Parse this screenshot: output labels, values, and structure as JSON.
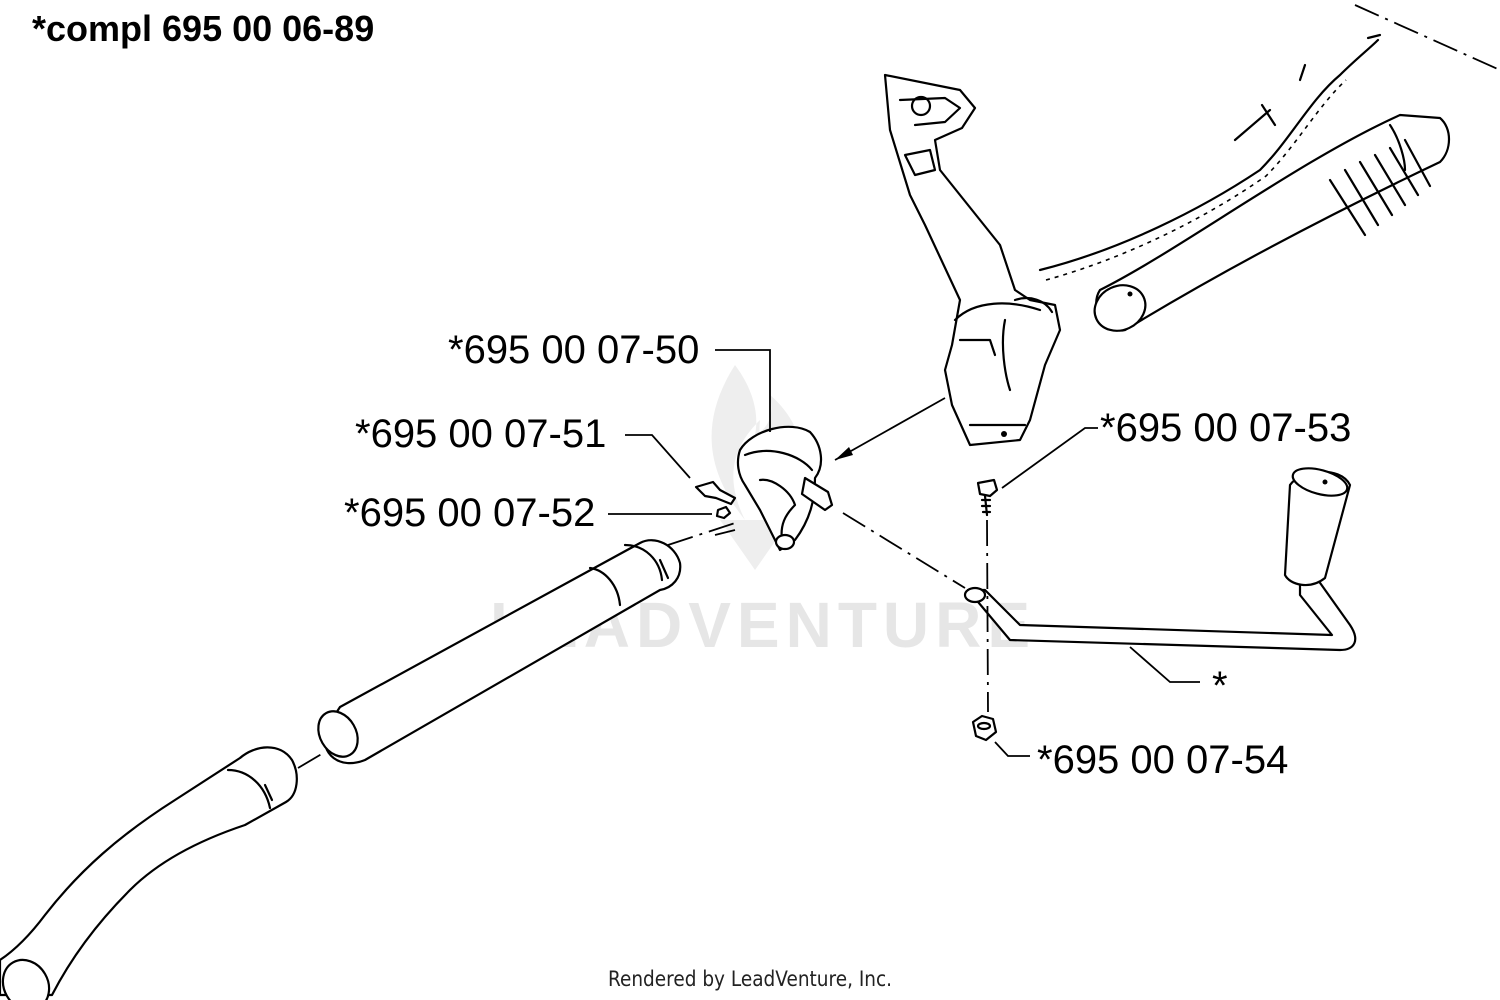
{
  "title": "*compl 695 00 06-89",
  "part_labels": {
    "p50": "*695 00 07-50",
    "p51": "*695 00 07-51",
    "p52": "*695 00 07-52",
    "p53": "*695 00 07-53",
    "p54": "*695 00 07-54",
    "star": "*"
  },
  "watermark": "LEADVENTURE",
  "footer": "Rendered by LeadVenture, Inc."
}
